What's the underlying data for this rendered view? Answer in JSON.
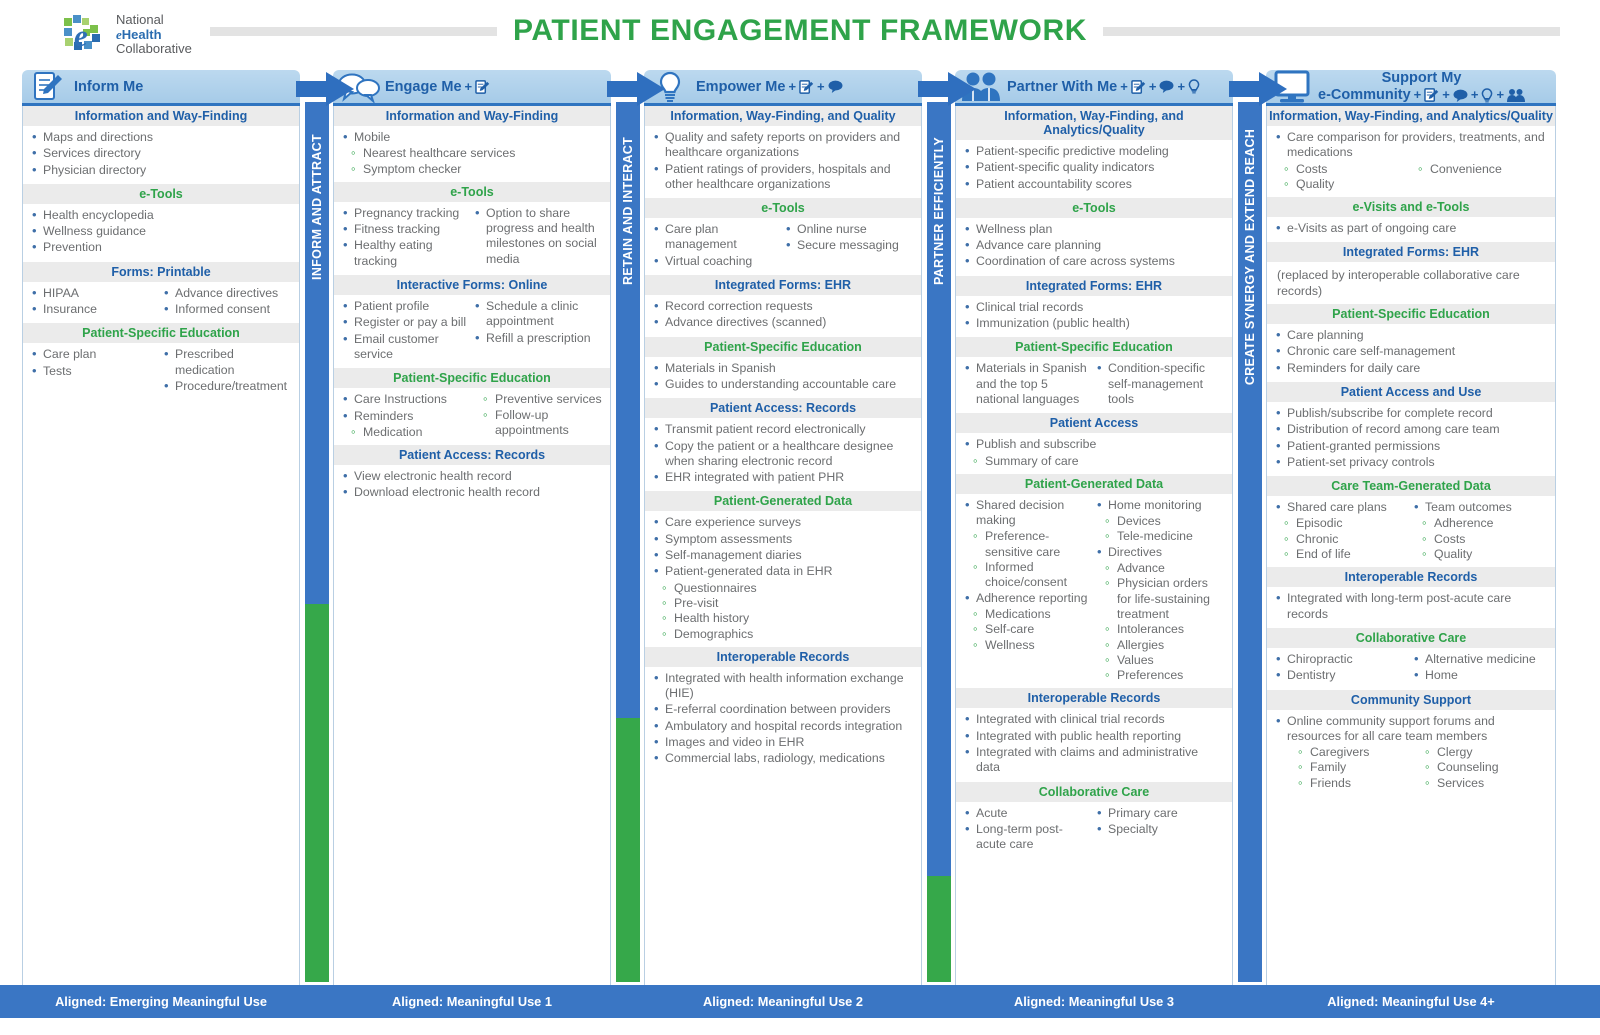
{
  "brand": {
    "line1": "National",
    "line2_em": "e",
    "line2": "Health",
    "line3": "Collaborative",
    "logo_icon": "nehc-globe-logo"
  },
  "header": {
    "title": "PATIENT ENGAGEMENT FRAMEWORK",
    "accent_green": "#2fa34a",
    "accent_blue": "#1f5fa8"
  },
  "connectors": [
    {
      "label": "INFORM AND ATTRACT",
      "blue_height_pct": 57
    },
    {
      "label": "RETAIN AND INTERACT",
      "blue_height_pct": 70
    },
    {
      "label": "PARTNER EFFICIENTLY",
      "blue_height_pct": 88
    },
    {
      "label": "CREATE SYNERGY AND EXTEND REACH",
      "blue_height_pct": 100
    }
  ],
  "footer": {
    "cells": [
      "Aligned: Emerging Meaningful Use",
      "Aligned: Meaningful Use 1",
      "Aligned: Meaningful Use 2",
      "Aligned: Meaningful Use 3",
      "Aligned: Meaningful Use 4+"
    ]
  },
  "columns": [
    {
      "id": "inform-me",
      "title": "Inform Me",
      "icon": "form-pencil-icon",
      "plus_icons": [],
      "sections": [
        {
          "heading": "Information and Way-Finding",
          "heading_color": "blue",
          "layout": "one",
          "items": [
            "Maps and directions",
            "Services directory",
            "Physician directory"
          ]
        },
        {
          "heading": "e-Tools",
          "heading_color": "green",
          "layout": "one",
          "items": [
            "Health encyclopedia",
            "Wellness guidance",
            "Prevention"
          ]
        },
        {
          "heading": "Forms: Printable",
          "heading_color": "blue",
          "layout": "two",
          "left": [
            "HIPAA",
            "Insurance"
          ],
          "right": [
            "Advance directives",
            "Informed consent"
          ]
        },
        {
          "heading": "Patient-Specific Education",
          "heading_color": "green",
          "layout": "two",
          "left": [
            "Care plan",
            "Tests"
          ],
          "right": [
            "Prescribed medication",
            "Procedure/treatment"
          ]
        }
      ]
    },
    {
      "id": "engage-me",
      "title": "Engage Me",
      "icon": "speech-bubbles-icon",
      "plus_icons": [
        "form-pencil-icon"
      ],
      "sections": [
        {
          "heading": "Information and Way-Finding",
          "heading_color": "blue",
          "layout": "one",
          "items": [
            "Mobile"
          ],
          "sub": {
            "after": 0,
            "items": [
              "Nearest healthcare services",
              "Symptom checker"
            ]
          }
        },
        {
          "heading": "e-Tools",
          "heading_color": "green",
          "layout": "two",
          "left": [
            "Pregnancy tracking",
            "Fitness tracking",
            "Healthy eating tracking"
          ],
          "right": [
            "Option to share progress and health milestones on social media"
          ]
        },
        {
          "heading": "Interactive Forms: Online",
          "heading_color": "blue",
          "layout": "two",
          "left": [
            "Patient profile",
            "Register or pay a bill",
            "Email customer service"
          ],
          "right": [
            "Schedule a clinic appointment",
            "Refill a prescription"
          ]
        },
        {
          "heading": "Patient-Specific Education",
          "heading_color": "green",
          "layout": "two",
          "left": [
            "Care Instructions",
            "Reminders"
          ],
          "left_sub": [
            "Medication"
          ],
          "right_sub": [
            "Preventive services",
            "Follow-up appointments"
          ]
        },
        {
          "heading": "Patient Access: Records",
          "heading_color": "blue",
          "layout": "one",
          "items": [
            "View electronic health record",
            "Download electronic health record"
          ]
        }
      ]
    },
    {
      "id": "empower-me",
      "title": "Empower Me",
      "icon": "lightbulb-icon",
      "plus_icons": [
        "form-pencil-icon",
        "speech-bubble-icon"
      ],
      "sections": [
        {
          "heading": "Information, Way-Finding, and Quality",
          "heading_color": "blue",
          "layout": "one",
          "items": [
            "Quality and safety reports on providers and healthcare organizations",
            "Patient ratings of providers, hospitals and other healthcare organizations"
          ]
        },
        {
          "heading": "e-Tools",
          "heading_color": "green",
          "layout": "two",
          "left": [
            "Care plan management",
            "Virtual coaching"
          ],
          "right": [
            "Online nurse",
            "Secure messaging"
          ]
        },
        {
          "heading": "Integrated Forms: EHR",
          "heading_color": "blue",
          "layout": "one",
          "items": [
            "Record correction requests",
            "Advance directives (scanned)"
          ]
        },
        {
          "heading": "Patient-Specific Education",
          "heading_color": "green",
          "layout": "one",
          "items": [
            "Materials in Spanish",
            "Guides to understanding accountable care"
          ]
        },
        {
          "heading": "Patient Access: Records",
          "heading_color": "blue",
          "layout": "one",
          "items": [
            "Transmit patient record electronically",
            "Copy the patient or a healthcare designee when sharing electronic record",
            "EHR integrated with patient PHR"
          ]
        },
        {
          "heading": "Patient-Generated Data",
          "heading_color": "green",
          "layout": "one",
          "items": [
            "Care experience surveys",
            "Symptom assessments",
            "Self-management diaries",
            "Patient-generated data in EHR"
          ],
          "sub": {
            "after": 3,
            "items": [
              "Questionnaires",
              "Pre-visit",
              "Health history",
              "Demographics"
            ]
          }
        },
        {
          "heading": "Interoperable Records",
          "heading_color": "blue",
          "layout": "one",
          "items": [
            "Integrated with health information exchange (HIE)",
            "E-referral coordination between providers",
            "Ambulatory and hospital records integration",
            "Images and video in EHR",
            "Commercial labs, radiology, medications"
          ]
        }
      ]
    },
    {
      "id": "partner-with-me",
      "title": "Partner With Me",
      "icon": "two-people-icon",
      "plus_icons": [
        "form-pencil-icon",
        "speech-bubble-icon",
        "lightbulb-icon"
      ],
      "sections": [
        {
          "heading": "Information, Way-Finding, and Analytics/Quality",
          "heading_color": "blue",
          "layout": "one",
          "items": [
            "Patient-specific predictive modeling",
            "Patient-specific quality indicators",
            "Patient accountability scores"
          ]
        },
        {
          "heading": "e-Tools",
          "heading_color": "green",
          "layout": "one",
          "items": [
            "Wellness plan",
            "Advance care planning",
            "Coordination of care across systems"
          ]
        },
        {
          "heading": "Integrated Forms: EHR",
          "heading_color": "blue",
          "layout": "one",
          "items": [
            "Clinical trial records",
            "Immunization (public health)"
          ]
        },
        {
          "heading": "Patient-Specific Education",
          "heading_color": "green",
          "layout": "two",
          "left": [
            "Materials in Spanish and the top 5 national languages"
          ],
          "right": [
            "Condition-specific self-management tools"
          ]
        },
        {
          "heading": "Patient Access",
          "heading_color": "blue",
          "layout": "one",
          "items": [
            "Publish and subscribe"
          ],
          "sub": {
            "after": 0,
            "items": [
              "Summary of care"
            ]
          }
        },
        {
          "heading": "Patient-Generated Data",
          "heading_color": "green",
          "layout": "two-complex",
          "left_tree": [
            {
              "text": "Shared decision making",
              "subs": [
                "Preference-sensitive care",
                "Informed choice/consent"
              ]
            },
            {
              "text": "Adherence reporting",
              "subs": [
                "Medications",
                "Self-care",
                "Wellness"
              ]
            }
          ],
          "right_tree": [
            {
              "text": "Home monitoring",
              "subs": [
                "Devices",
                "Tele-medicine"
              ]
            },
            {
              "text": "Directives",
              "subs": [
                "Advance",
                "Physician orders for life-sustaining treatment",
                "Intolerances",
                "Allergies",
                "Values",
                "Preferences"
              ]
            }
          ]
        },
        {
          "heading": "Interoperable Records",
          "heading_color": "blue",
          "layout": "one",
          "items": [
            "Integrated with clinical trial records",
            "Integrated with public health reporting",
            "Integrated with claims and administrative data"
          ]
        },
        {
          "heading": "Collaborative Care",
          "heading_color": "green",
          "layout": "two",
          "left": [
            "Acute",
            "Long-term post-acute care"
          ],
          "right": [
            "Primary care",
            "Specialty"
          ]
        }
      ]
    },
    {
      "id": "support-my-e-community",
      "title_line1": "Support My",
      "title_line2": "e-Community",
      "icon": "monitor-icon",
      "plus_icons": [
        "form-pencil-icon",
        "speech-bubble-icon",
        "lightbulb-icon",
        "people-group-icon"
      ],
      "sections": [
        {
          "heading": "Information, Way-Finding, and Analytics/Quality",
          "heading_color": "blue",
          "layout": "one",
          "items": [
            "Care comparison for providers, treatments, and medications"
          ],
          "sub_two": {
            "left": [
              "Costs",
              "Quality"
            ],
            "right": [
              "Convenience"
            ]
          }
        },
        {
          "heading": "e-Visits and e-Tools",
          "heading_color": "green",
          "layout": "one",
          "items": [
            "e-Visits as part of ongoing care"
          ]
        },
        {
          "heading": "Integrated Forms: EHR",
          "heading_color": "blue",
          "layout": "plain",
          "plain_text": "(replaced by interoperable collaborative care records)"
        },
        {
          "heading": "Patient-Specific Education",
          "heading_color": "green",
          "layout": "one",
          "items": [
            "Care planning",
            "Chronic care self-management",
            "Reminders for daily care"
          ]
        },
        {
          "heading": "Patient Access and Use",
          "heading_color": "blue",
          "layout": "one",
          "items": [
            "Publish/subscribe for complete record",
            "Distribution of record among care team",
            "Patient-granted permissions",
            "Patient-set privacy controls"
          ]
        },
        {
          "heading": "Care Team-Generated Data",
          "heading_color": "green",
          "layout": "two-complex",
          "left_tree": [
            {
              "text": "Shared care plans",
              "subs": [
                "Episodic",
                "Chronic",
                "End of life"
              ]
            }
          ],
          "right_tree": [
            {
              "text": "Team outcomes",
              "subs": [
                "Adherence",
                "Costs",
                "Quality"
              ]
            }
          ]
        },
        {
          "heading": "Interoperable Records",
          "heading_color": "blue",
          "layout": "one",
          "items": [
            "Integrated with long-term post-acute care records"
          ]
        },
        {
          "heading": "Collaborative Care",
          "heading_color": "green",
          "layout": "two",
          "left": [
            "Chiropractic",
            "Dentistry"
          ],
          "right": [
            "Alternative medicine",
            "Home"
          ]
        },
        {
          "heading": "Community Support",
          "heading_color": "blue",
          "layout": "one",
          "items": [
            "Online community support forums and resources for all care team members"
          ],
          "sub_two": {
            "left": [
              "Caregivers",
              "Family",
              "Friends"
            ],
            "right": [
              "Clergy",
              "Counseling",
              "Services"
            ],
            "indent": 22
          }
        }
      ]
    }
  ]
}
